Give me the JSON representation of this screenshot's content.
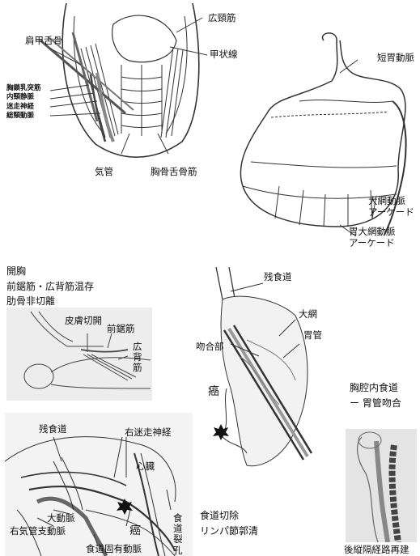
{
  "neck": {
    "omohyoid": "肩甲舌骨",
    "platysma": "広頸筋",
    "thyroid": "甲状線",
    "scm": "胸鎖乳突筋",
    "ijv": "内頸静脈",
    "vagus": "迷走神経",
    "carotid": "総頸動脈",
    "trachea": "気管",
    "sternohyoid": "胸骨舌骨筋"
  },
  "stomach": {
    "short_gastric": "短胃動脈",
    "gastroepiploic_arcade": [
      "大網動脈",
      "アーケード"
    ],
    "right_gastroepiploic": [
      "胃大網動脈",
      "アーケード"
    ]
  },
  "thoracotomy": {
    "title_lines": [
      "開胸",
      "前鋸筋・広背筋温存",
      "肋骨非切離"
    ],
    "skin_incision": "皮膚切開",
    "serratus": "前鋸筋",
    "latissimus": "広背筋"
  },
  "anastomosis": {
    "remnant_esophagus": "残食道",
    "omentum": "大網",
    "gastric_tube": "胃管",
    "anastomosis_site": "吻合部",
    "cancer": "癌",
    "caption": [
      "胸腔内食道",
      "ー 胃管吻合"
    ]
  },
  "mediastinum": {
    "remnant_esophagus": "残食道",
    "right_vagus": "右迷走神経",
    "heart": "心臓",
    "aorta": "大動脈",
    "cancer": "癌",
    "right_bronchial_artery": "右気管支動脈",
    "proper_esophageal_artery": "食道固有動脈",
    "esophageal_hiatus": "食道裂孔",
    "caption": [
      "食道切除",
      "リンパ節郭清"
    ]
  },
  "route": {
    "caption": "後縦隔経路再建"
  }
}
